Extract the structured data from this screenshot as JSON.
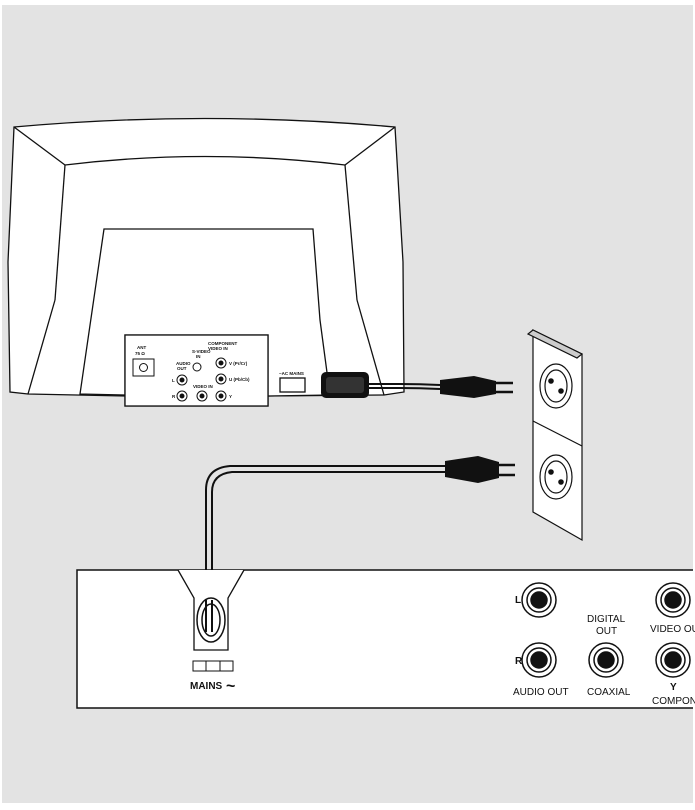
{
  "colors": {
    "background": "#e3e3e3",
    "line": "#111111",
    "device_fill": "#ffffff",
    "cable": "#111111"
  },
  "tv": {
    "antenna_label": "ANT",
    "antenna_sublabel": "75 Ω",
    "svideo_label": "S-VIDEO",
    "svideo_sublabel": "IN",
    "component_label": "COMPONENT",
    "component_sublabel": "VIDEO IN",
    "audio_out_label": "AUDIO",
    "audio_out_sublabel": "OUT",
    "jack_l": "L",
    "jack_r": "R",
    "video_in_label": "VIDEO IN",
    "v_label": "V (Pr/Cr)",
    "u_label": "U (Pb/Cb)",
    "y_label": "Y",
    "ac_mains_label": "~AC MAINS"
  },
  "player": {
    "mains_label": "MAINS",
    "mains_symbol": "~",
    "jack_l": "L",
    "jack_r": "R",
    "audio_out_label": "AUDIO OUT",
    "digital_out_line1": "DIGITAL",
    "digital_out_line2": "OUT",
    "coaxial_label": "COAXIAL",
    "video_out_label": "VIDEO OU",
    "y_label": "Y",
    "component_label": "COMPON"
  },
  "icons": [
    "wall-socket-icon",
    "power-plug-icon"
  ]
}
